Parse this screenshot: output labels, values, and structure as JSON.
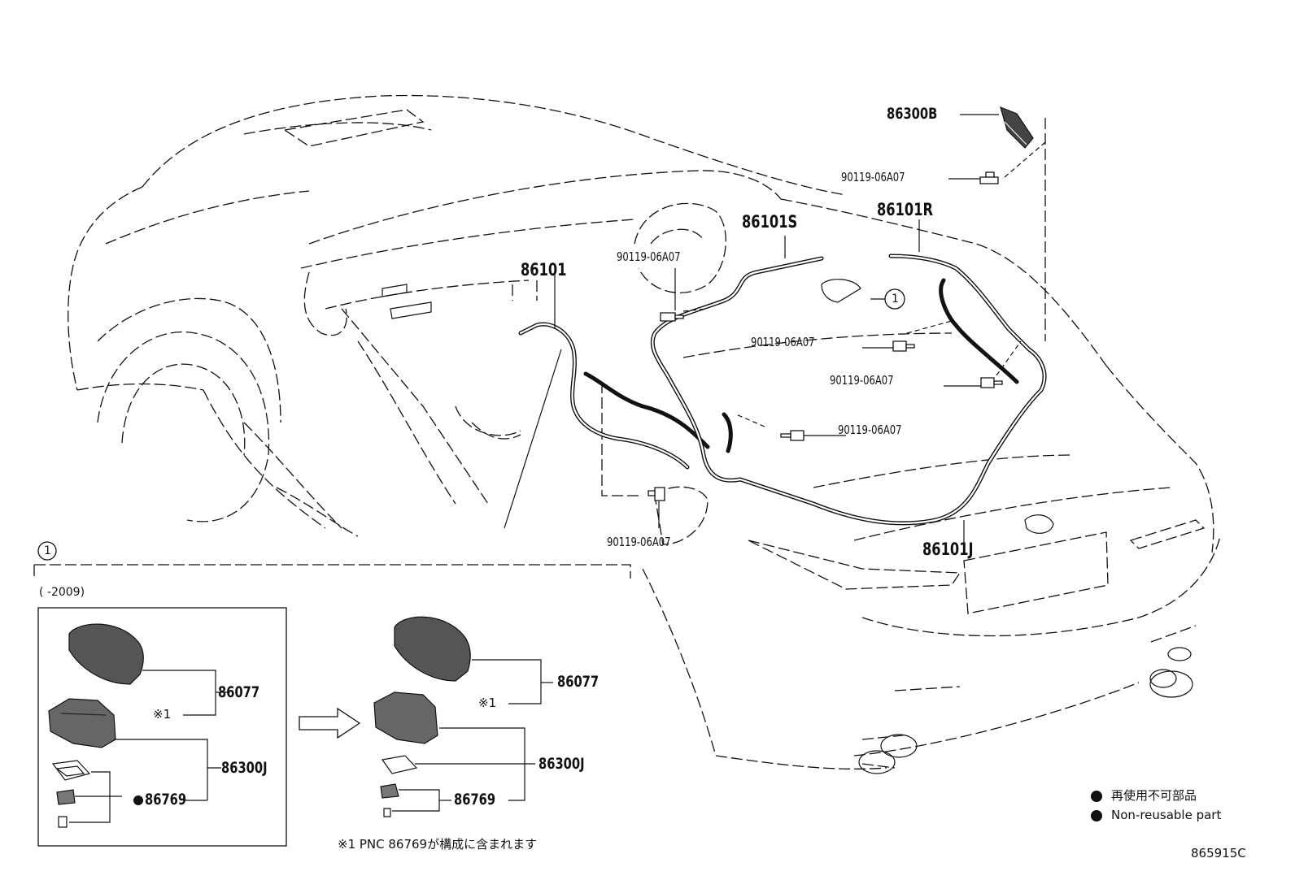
{
  "diagram": {
    "code": "865915C",
    "callout_marker": "1",
    "main_labels": {
      "p86300B": "86300B",
      "p90119_top": "90119-06A07",
      "p86101R": "86101R",
      "p86101S": "86101S",
      "p86101": "86101",
      "p90119_steer": "90119-06A07",
      "p90119_mid1": "90119-06A07",
      "p90119_mid2": "90119-06A07",
      "p90119_mid3": "90119-06A07",
      "p90119_bottom": "90119-06A07",
      "p86101J": "86101J"
    },
    "detail": {
      "marker": "1",
      "period_note": "(      -2009)",
      "old": {
        "p86077": "86077",
        "note_ref": "※1",
        "p86300J": "86300J",
        "p86769": "86769"
      },
      "new": {
        "p86077": "86077",
        "note_ref": "※1",
        "p86300J": "86300J",
        "p86769": "86769"
      },
      "footnote": "※1 PNC 86769が構成に含まれます"
    },
    "legend": {
      "ja": "再使用不可部品",
      "en": "Non-reusable part"
    }
  }
}
